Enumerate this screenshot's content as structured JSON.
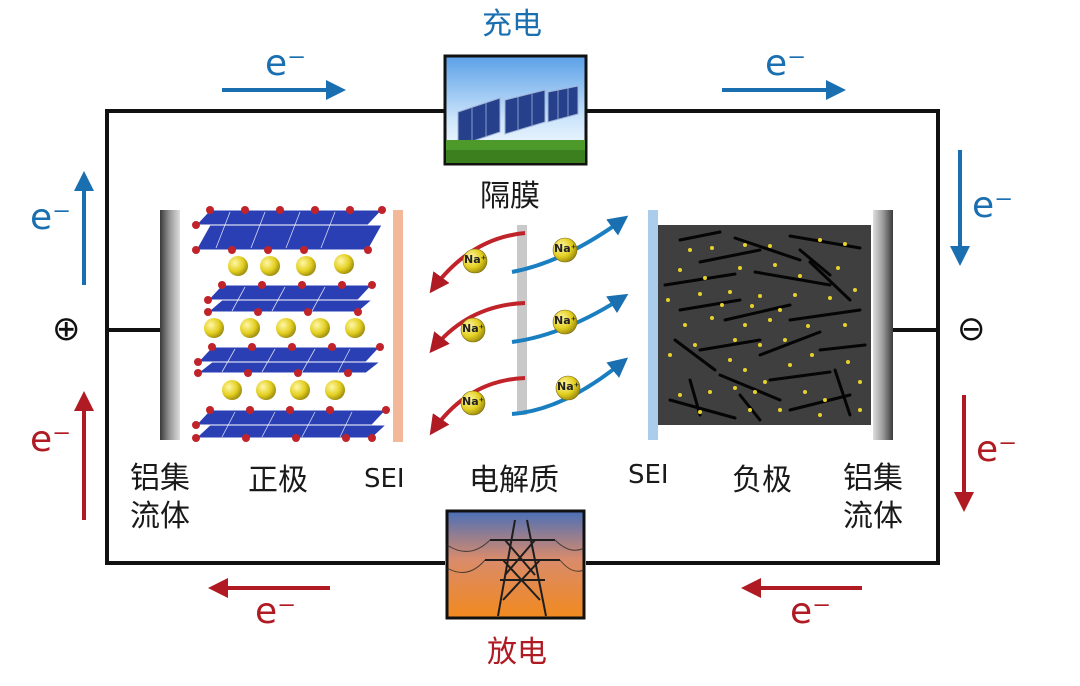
{
  "charge_label": "充电",
  "discharge_label": "放电",
  "separator_label": "隔膜",
  "electron_label": "e⁻",
  "sodium_ion_label": "Na⁺",
  "positive_terminal": "⊕",
  "negative_terminal": "⊖",
  "bottom_labels": {
    "collector_left": "铝集\n流体",
    "cathode": "正极",
    "sei_left": "SEI",
    "electrolyte": "电解质",
    "sei_right": "SEI",
    "anode": "负极",
    "collector_right": "铝集\n流体"
  },
  "colors": {
    "charge_blue": "#1a6fb0",
    "discharge_red": "#b01a22",
    "circuit": "#111111",
    "cathode_layer": "#2b3fb5",
    "sodium_sphere": "#e6d22a",
    "anode_bg": "#3f3f3f",
    "sei_left": "#f3b79a",
    "sei_right": "#a9cdea",
    "collector": "#6e6e6e"
  },
  "icons": {
    "charge_source": "solar-panel-image",
    "discharge_load": "power-tower-image"
  }
}
